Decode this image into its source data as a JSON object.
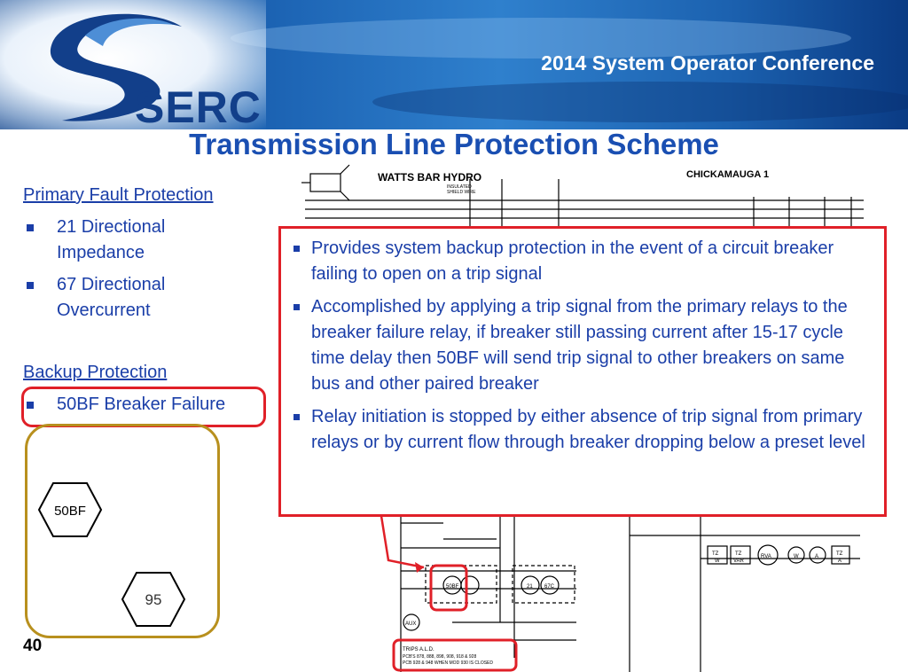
{
  "header": {
    "conference": "2014 System Operator Conference",
    "logo_text": "SERC"
  },
  "title": "Transmission Line Protection Scheme",
  "left": {
    "primary_heading": "Primary Fault Protection",
    "primary_items": [
      "21 Directional",
      "Impedance",
      "67 Directional",
      "Overcurrent"
    ],
    "backup_heading": "Backup Protection",
    "backup_items": [
      "50BF Breaker Failure"
    ],
    "hex_labels": [
      "50BF",
      "95"
    ]
  },
  "callout": {
    "items": [
      "Provides system backup protection in the event of a circuit breaker failing to open on a trip signal",
      "Accomplished by applying a trip signal from the primary relays to the breaker failure relay, if breaker still passing current after 15-17 cycle time delay then 50BF will send trip signal to other breakers on same bus and other paired breaker",
      "Relay initiation is stopped by either absence of trip signal from primary relays or by current flow through breaker dropping below a preset level"
    ]
  },
  "schematic": {
    "station_left": "WATTS BAR HYDRO",
    "station_right": "CHICKAMAUGA 1",
    "insulated": "INSULATED",
    "shield": "SHIELD WIRE",
    "relay_labels": [
      "50BF",
      "21",
      "67C",
      "AUX"
    ],
    "meter_labels": [
      "TZ",
      "TZ",
      "RVA",
      "W",
      "A",
      "TZ"
    ],
    "meter_sub": [
      "W",
      "VAR",
      "",
      "",
      "",
      "A"
    ],
    "trips_line1": "TRIPS A.L.D.",
    "trips_line2": "PCB'S 878, 888, 898, 908, 918 & 928",
    "trips_line3": "PCB 928 & 948 WHEN MOD 930 IS CLOSED"
  },
  "colors": {
    "title_blue": "#1a4fb2",
    "text_blue": "#1a3ea8",
    "callout_red": "#e02028",
    "gold": "#b8901e"
  },
  "page_number": "40"
}
